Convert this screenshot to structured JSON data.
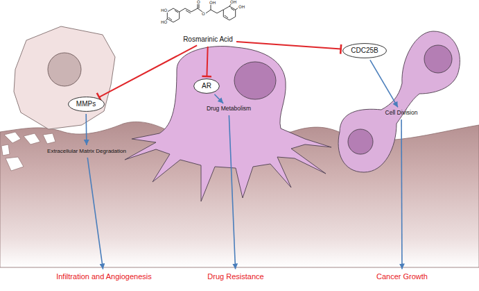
{
  "diagram": {
    "nodes": [
      {
        "text": [
          "Rosmarinic Acid"
        ]
      },
      {
        "text": [
          "MMPs"
        ]
      },
      {
        "text": [
          "AR"
        ]
      },
      {
        "text": [
          "CDC25B"
        ]
      },
      {
        "text": [
          "Extracellular Matrix Degradation"
        ]
      },
      {
        "text": [
          "Drug Metabolism"
        ]
      },
      {
        "text": [
          "Cell Division"
        ]
      },
      {
        "text": [
          "Infiltration and Angiogenesis"
        ]
      },
      {
        "text": [
          "Drug Resistance"
        ]
      },
      {
        "text": [
          "Cancer Growth"
        ]
      }
    ],
    "edges": [
      {
        "from": 0,
        "to": 1,
        "arrow": "to"
      },
      {
        "from": 0,
        "to": 2,
        "arrow": "to"
      },
      {
        "from": 0,
        "to": 3,
        "arrow": "to"
      },
      {
        "from": 1,
        "to": 4,
        "arrow": "to"
      },
      {
        "from": 4,
        "to": 7,
        "arrow": "to"
      },
      {
        "from": 2,
        "to": 5,
        "arrow": "to"
      },
      {
        "from": 5,
        "to": 8,
        "arrow": "to"
      },
      {
        "from": 3,
        "to": 6,
        "arrow": "to"
      },
      {
        "from": 6,
        "to": 9,
        "arrow": "to"
      }
    ],
    "labels": [
      "HO",
      "HO",
      "O",
      "O",
      "OH",
      "OH",
      "OH"
    ]
  }
}
